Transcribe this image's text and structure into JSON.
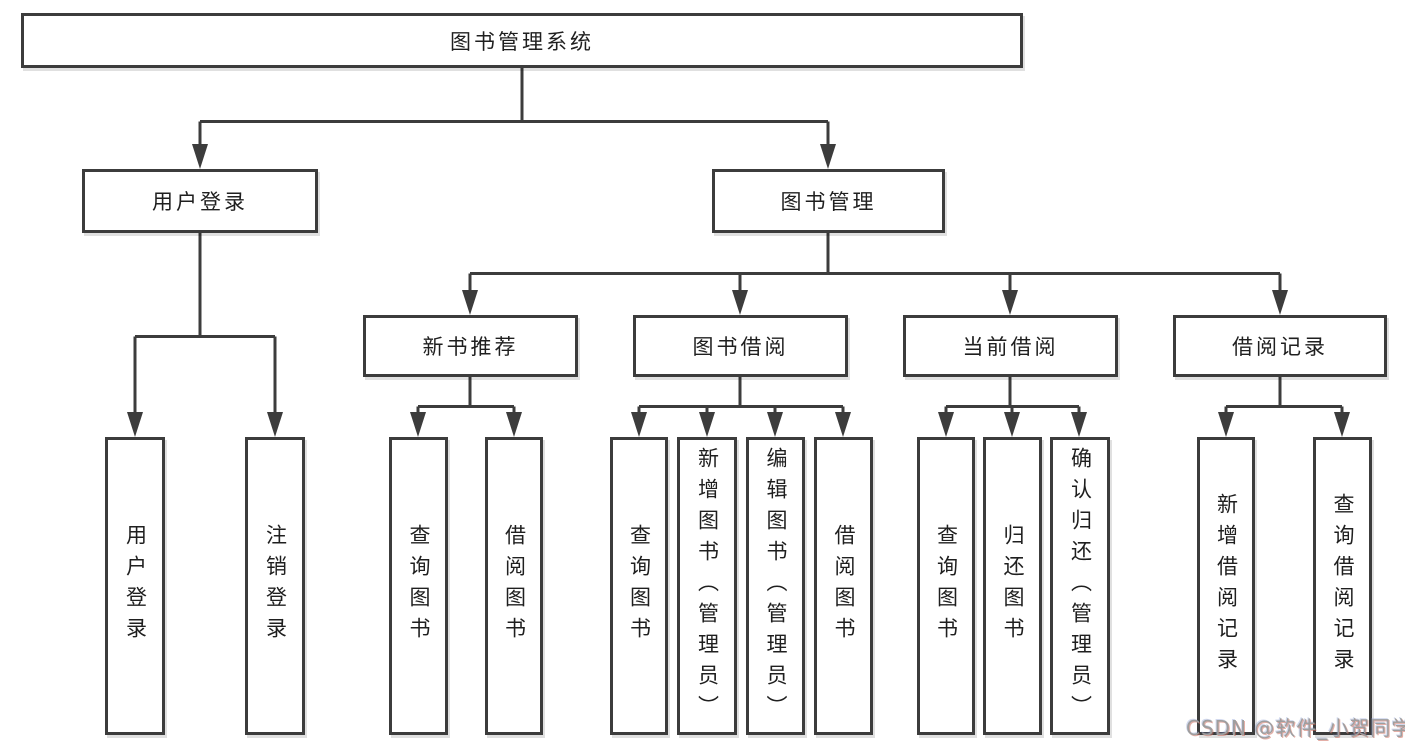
{
  "colors": {
    "background": "#ffffff",
    "line": "#3c3c3c",
    "box_border": "#3c3c3c",
    "text": "#1f1f1f",
    "watermark": "#9e9e9e"
  },
  "diagram": {
    "root": {
      "label": "图书管理系统"
    },
    "branches": [
      {
        "label": "用户登录",
        "children": [
          {
            "label": "用户登录"
          },
          {
            "label": "注销登录"
          }
        ]
      },
      {
        "label": "图书管理",
        "children": [
          {
            "label": "新书推荐",
            "children": [
              {
                "label": "查询图书"
              },
              {
                "label": "借阅图书"
              }
            ]
          },
          {
            "label": "图书借阅",
            "children": [
              {
                "label": "查询图书"
              },
              {
                "label": "新增图书（管理员）"
              },
              {
                "label": "编辑图书（管理员）"
              },
              {
                "label": "借阅图书"
              }
            ]
          },
          {
            "label": "当前借阅",
            "children": [
              {
                "label": "查询图书"
              },
              {
                "label": "归还图书"
              },
              {
                "label": "确认归还（管理员）"
              }
            ]
          },
          {
            "label": "借阅记录",
            "children": [
              {
                "label": "新增借阅记录"
              },
              {
                "label": "查询借阅记录"
              }
            ]
          }
        ]
      }
    ]
  },
  "watermark": {
    "text": "CSDN @软件_小贺同学"
  }
}
